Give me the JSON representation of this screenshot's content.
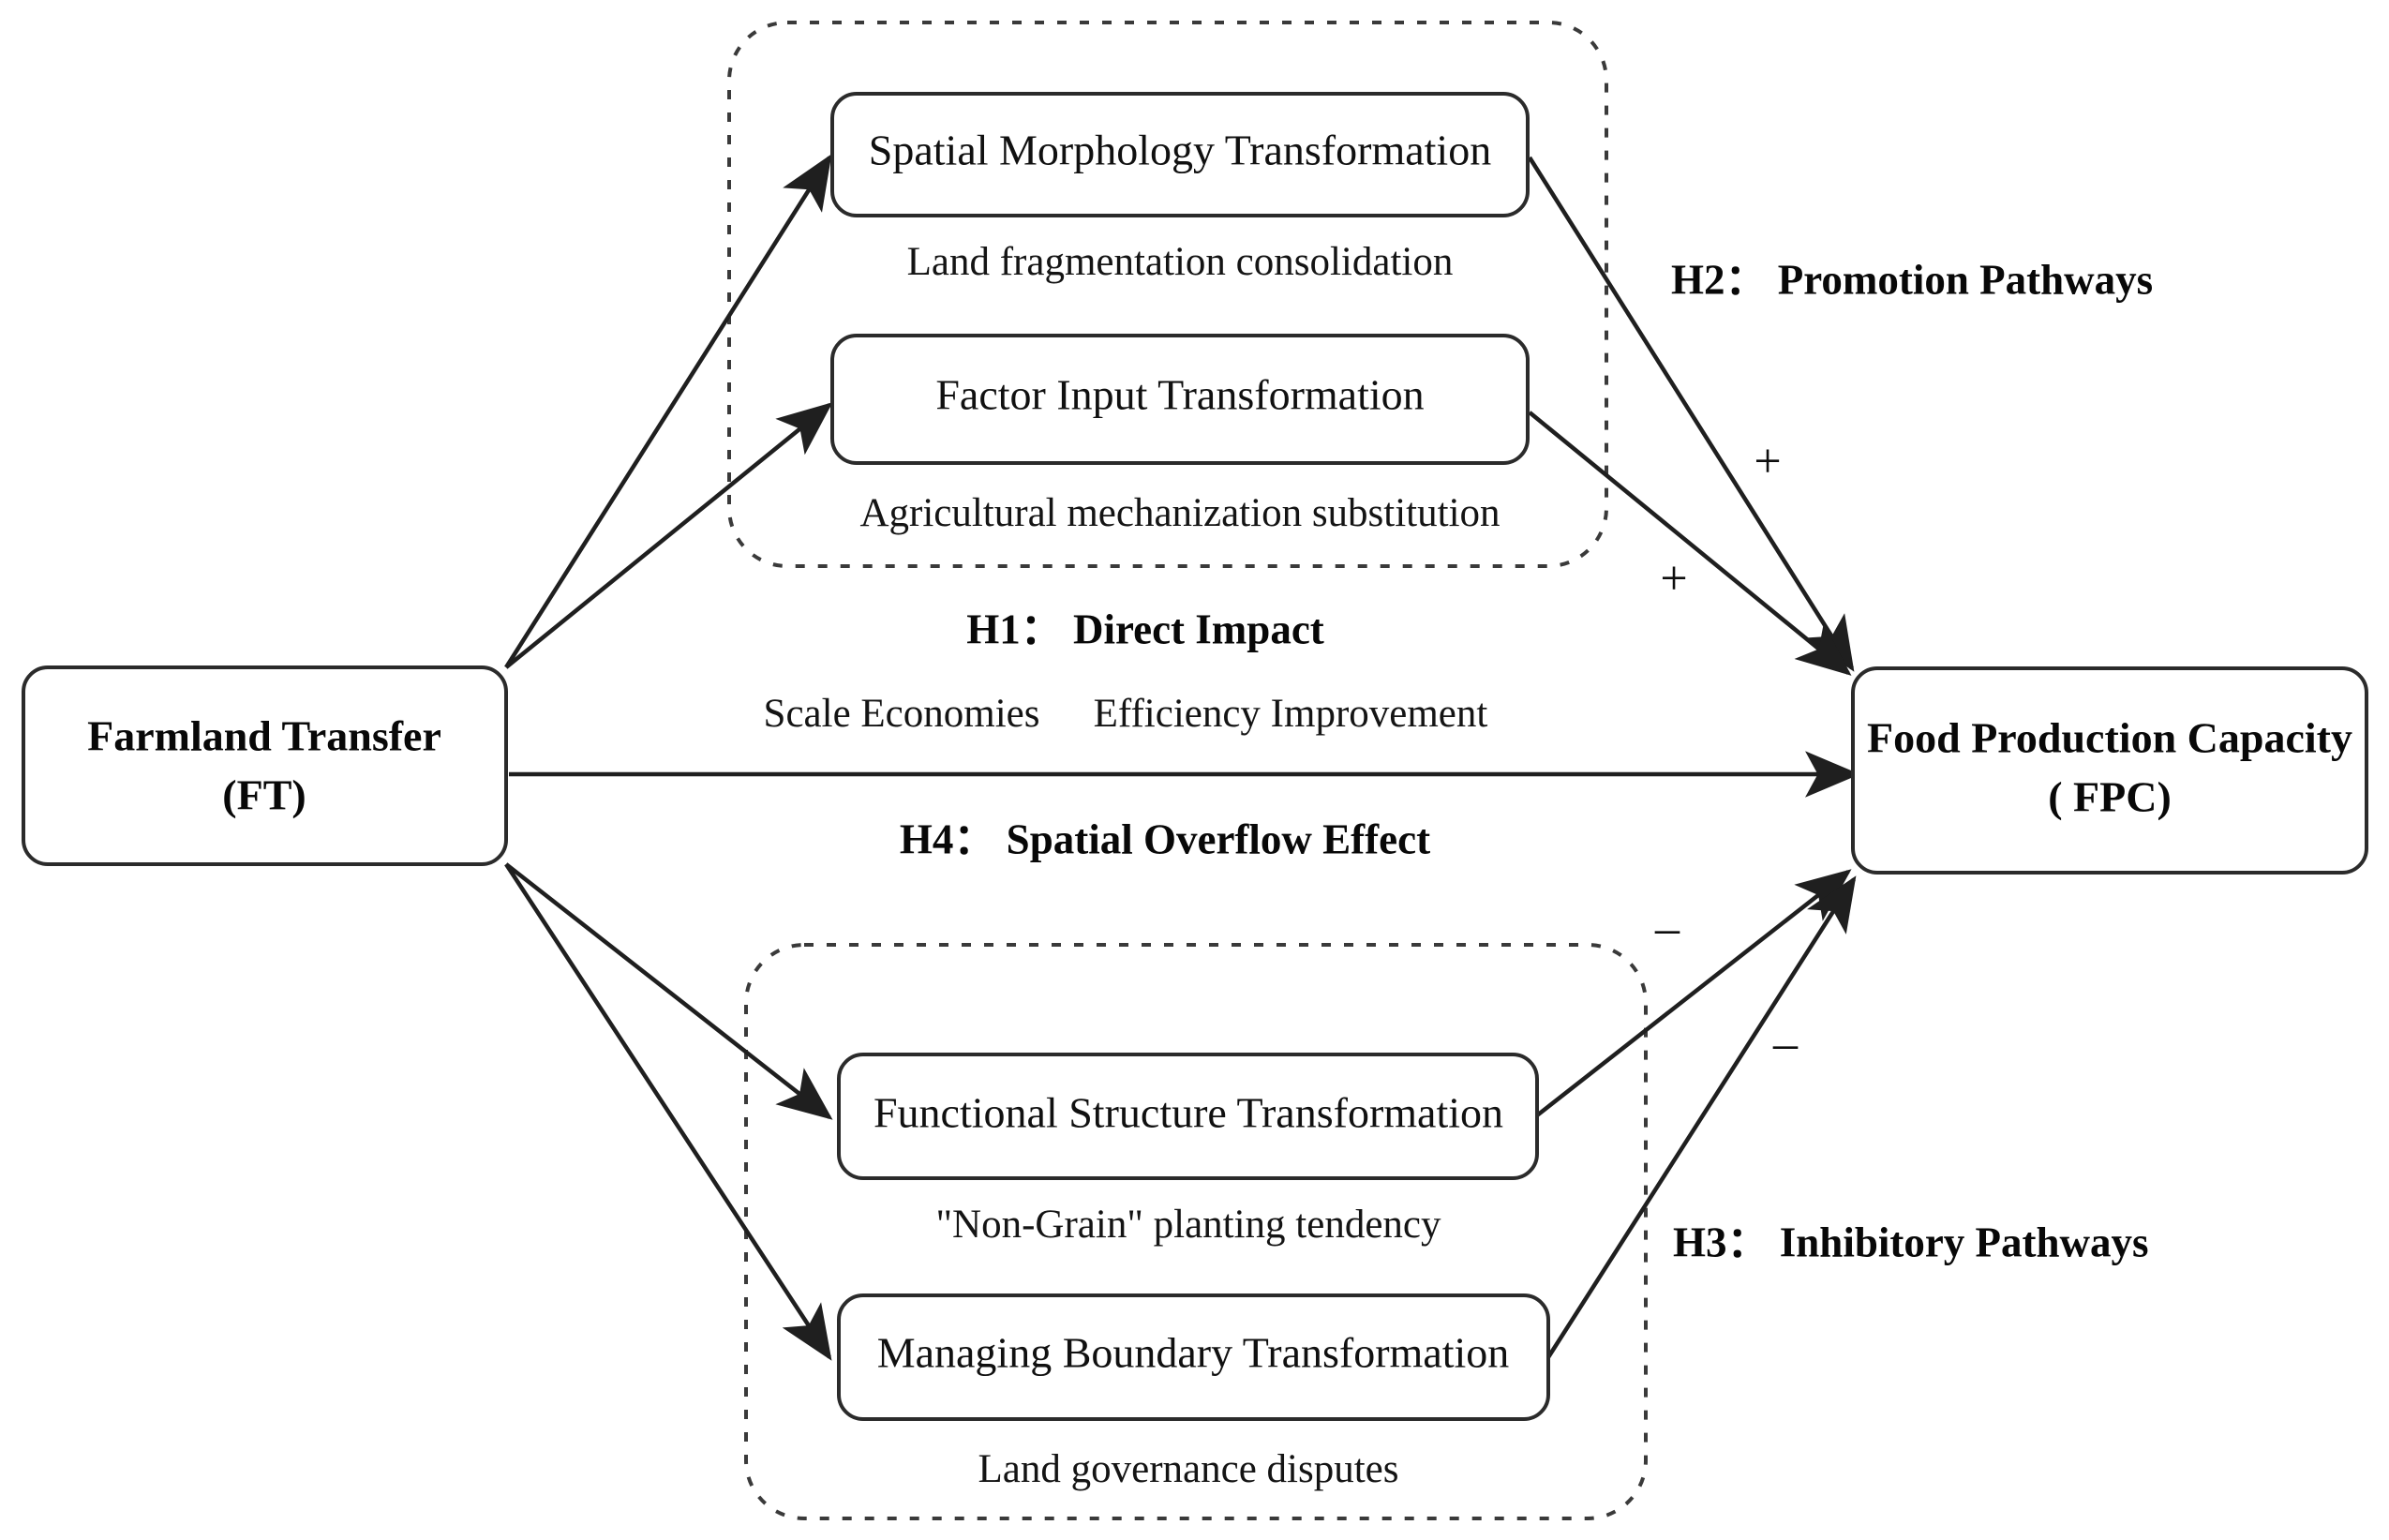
{
  "diagram": {
    "title_text": "Farmland Transfer impact pathways on Food Production Capacity",
    "colors": {
      "background": "#ffffff",
      "box_stroke": "#2b2b2b",
      "dashed_stroke": "#3a3a3a",
      "connector": "#1f1f1f",
      "text": "#101010"
    },
    "source_node": {
      "line1": "Farmland Transfer",
      "line2": "(FT)"
    },
    "target_node": {
      "line1": "Food Production Capacity",
      "line2": "( FPC)"
    },
    "promotion_group": {
      "nodes": [
        {
          "label": "Spatial Morphology Transformation",
          "caption": "Land fragmentation consolidation"
        },
        {
          "label": "Factor Input Transformation",
          "caption": "Agricultural mechanization substitution"
        }
      ]
    },
    "inhibitory_group": {
      "nodes": [
        {
          "label": "Functional Structure Transformation",
          "caption": "\"Non-Grain\" planting tendency"
        },
        {
          "label": "Managing Boundary Transformation",
          "caption": "Land governance disputes"
        }
      ]
    },
    "hypotheses": {
      "h1": "H1：  Direct Impact",
      "h1_sub_left": "Scale Economies",
      "h1_sub_right": "Efficiency Improvement",
      "h2": "H2：  Promotion Pathways",
      "h3": "H3：  Inhibitory Pathways",
      "h4": "H4：  Spatial Overflow Effect"
    },
    "signs": {
      "positive_upper": "+",
      "positive_lower": "+",
      "negative_upper": "–",
      "negative_lower": "–"
    }
  }
}
